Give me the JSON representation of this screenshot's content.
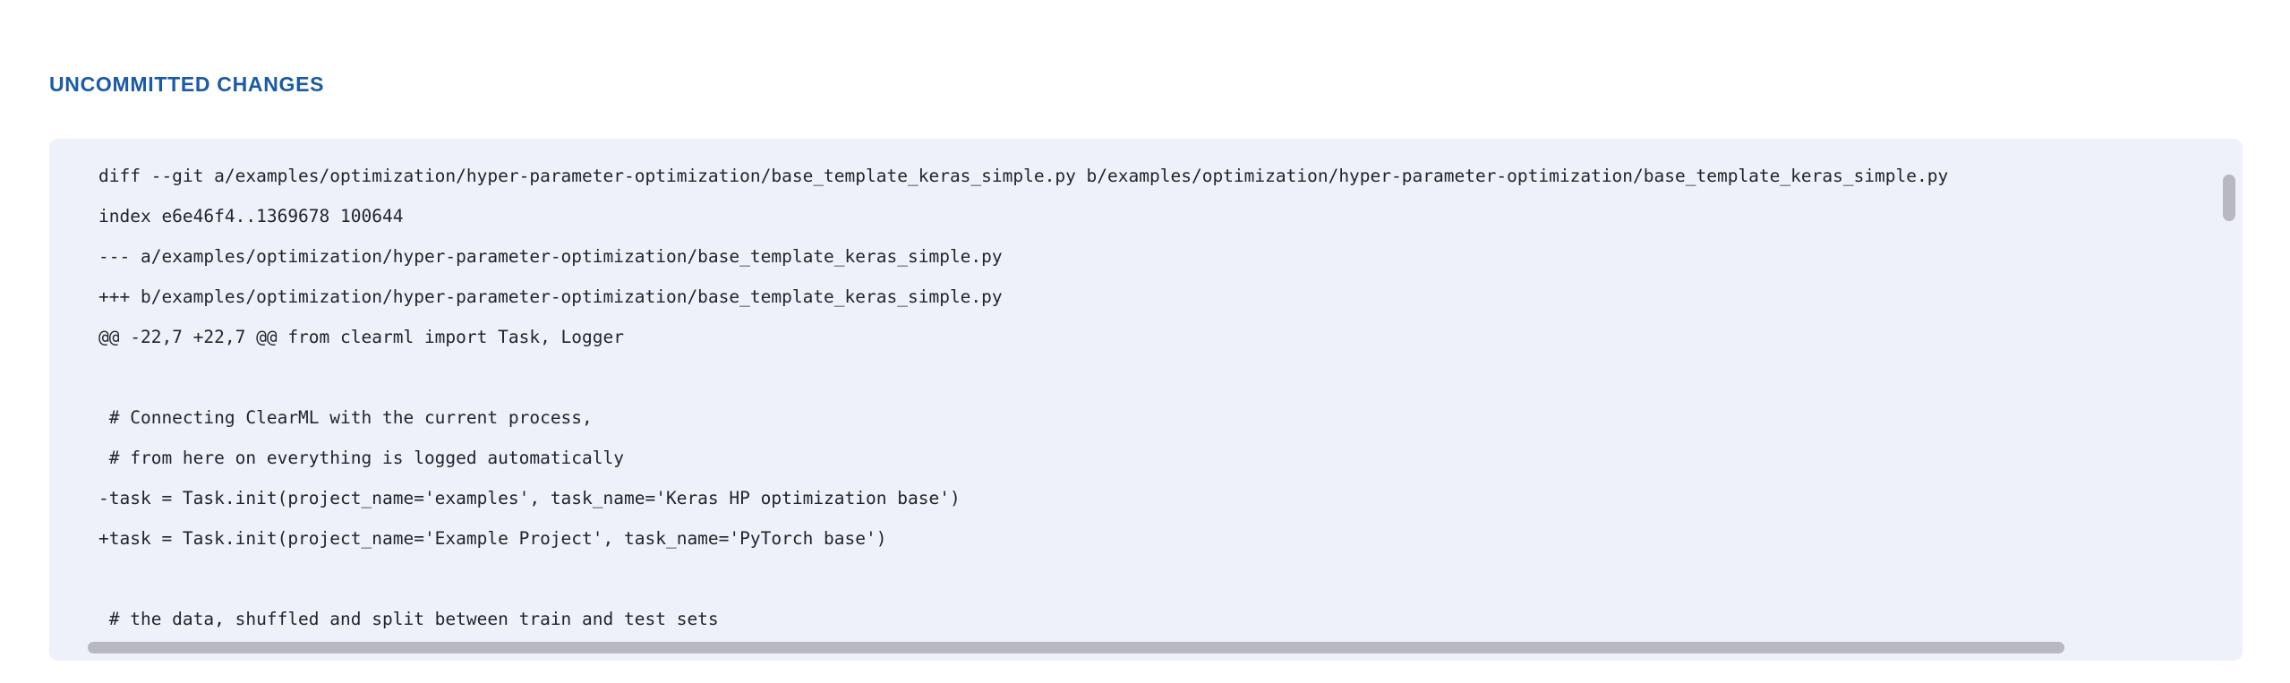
{
  "section": {
    "title": "UNCOMMITTED CHANGES",
    "title_color": "#1a5aa6"
  },
  "diff": {
    "panel_background": "#eef1fa",
    "text_color": "#23242b",
    "scrollbar_color": "#b7b8c1",
    "lines": [
      "diff --git a/examples/optimization/hyper-parameter-optimization/base_template_keras_simple.py b/examples/optimization/hyper-parameter-optimization/base_template_keras_simple.py",
      "index e6e46f4..1369678 100644",
      "--- a/examples/optimization/hyper-parameter-optimization/base_template_keras_simple.py",
      "+++ b/examples/optimization/hyper-parameter-optimization/base_template_keras_simple.py",
      "@@ -22,7 +22,7 @@ from clearml import Task, Logger",
      "",
      " # Connecting ClearML with the current process,",
      " # from here on everything is logged automatically",
      "-task = Task.init(project_name='examples', task_name='Keras HP optimization base')",
      "+task = Task.init(project_name='Example Project', task_name='PyTorch base')",
      "",
      " # the data, shuffled and split between train and test sets"
    ]
  },
  "scrollbars": {
    "vertical_label": "vertical-scrollbar",
    "horizontal_label": "horizontal-scrollbar"
  }
}
